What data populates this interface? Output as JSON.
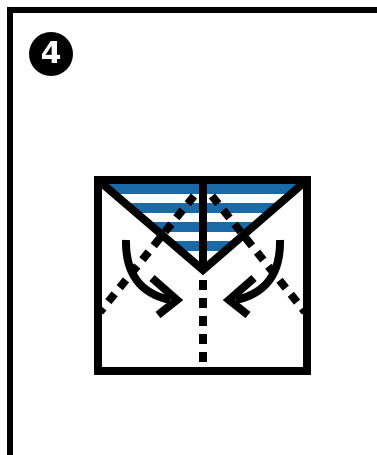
{
  "step": {
    "number": "4"
  },
  "colors": {
    "outline": "#000000",
    "fill_stripe": "#1a6aa8",
    "background": "#ffffff"
  },
  "diagram": {
    "icons": [
      "square-outline",
      "triangle-flap",
      "fold-line-dotted",
      "curved-arrow-left",
      "curved-arrow-right"
    ]
  }
}
